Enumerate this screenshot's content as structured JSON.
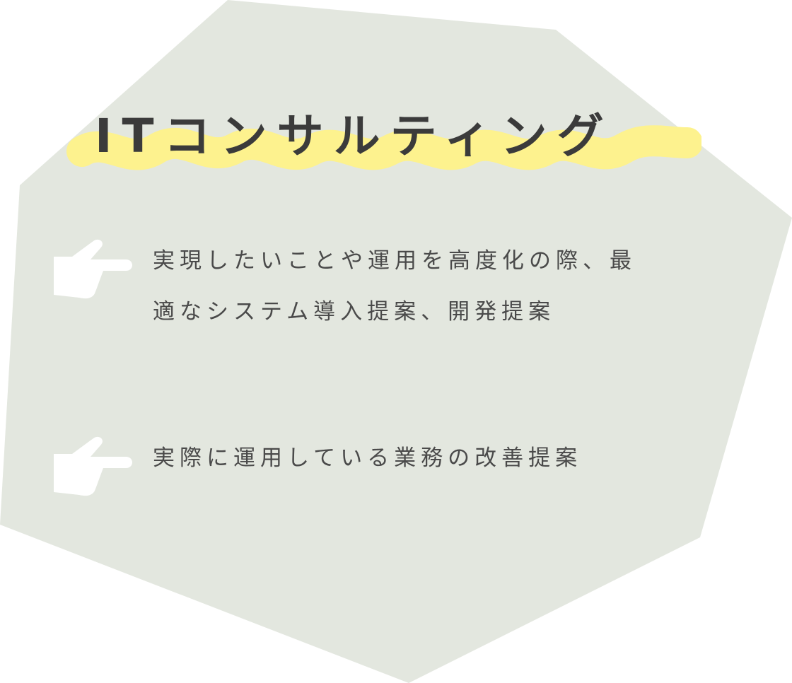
{
  "title": "ITコンサルティング",
  "colors": {
    "background_shape": "#e3e7df",
    "highlight": "#fdf28e",
    "title_text": "#3b3b3b",
    "body_text": "#4a4a4a",
    "hand_icon": "#ffffff"
  },
  "items": [
    {
      "icon": "pointing-hand-icon",
      "text": "実現したいことや運用を高度化の際、最適なシステム導入提案、開発提案"
    },
    {
      "icon": "pointing-hand-icon",
      "text": "実際に運用している業務の改善提案"
    }
  ]
}
